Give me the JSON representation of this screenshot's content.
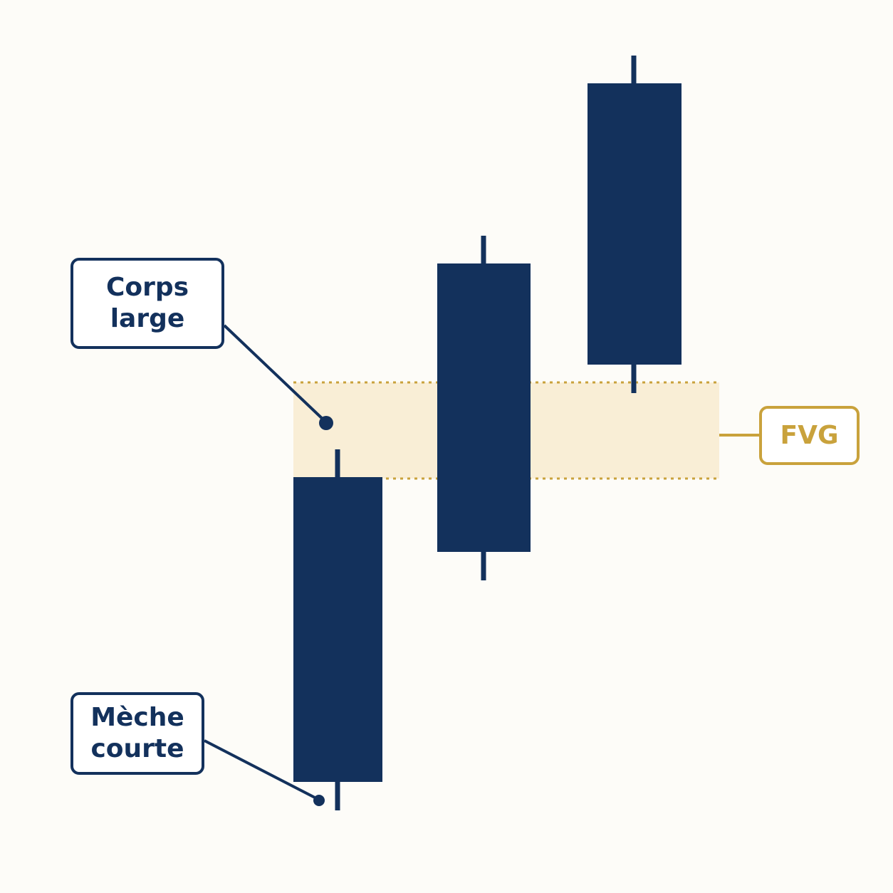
{
  "colors": {
    "background": "#fdfcf8",
    "candle": "#13315c",
    "gap_fill": "#f9eed6",
    "gap_border": "#c9a23c"
  },
  "labels": {
    "wide_body_line1": "Corps",
    "wide_body_line2": "large",
    "short_wick_line1": "Mèche",
    "short_wick_line2": "courte",
    "fvg": "FVG"
  }
}
